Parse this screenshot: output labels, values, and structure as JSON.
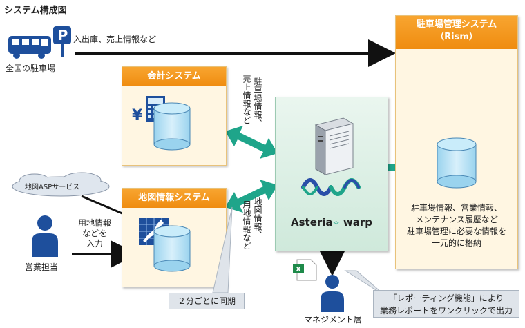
{
  "title": "システム構成図",
  "labels": {
    "parking_nationwide": "全国の駐車場",
    "parking_sign": "P",
    "arrow_top": "入出庫、売上情報など",
    "asp_cloud": "地図ASPサービス",
    "land_info_line1": "用地情報",
    "land_info_line2": "などを",
    "land_info_line3": "入力",
    "sales_person": "営業担当",
    "management": "マネジメント層"
  },
  "boxes": {
    "accounting": {
      "title": "会計システム",
      "yen": "¥"
    },
    "map_system": {
      "title": "地図情報システム"
    },
    "parking_mgmt": {
      "title_line1": "駐車場管理システム",
      "title_line2": "（Rism）",
      "desc_line1": "駐車場情報、営業情報、",
      "desc_line2": "メンテナンス履歴など",
      "desc_line3": "駐車場管理に必要な情報を",
      "desc_line4": "一元的に格納"
    }
  },
  "vertical": {
    "accounting_a": "駐車場情報、",
    "accounting_b": "売上情報など",
    "map_a": "地図情報、",
    "map_b": "用地情報など"
  },
  "hub": {
    "brand_a": "Asteria",
    "brand_b": "warp"
  },
  "callouts": {
    "sync": "２分ごとに同期",
    "report_line1": "「レポーティング機能」により",
    "report_line2": "業務レポートをワンクリックで出力"
  },
  "colors": {
    "orange": "#f09a1f",
    "teal": "#1fa58a",
    "navy": "#1e4f9c",
    "box_bg": "#fff6e2"
  }
}
